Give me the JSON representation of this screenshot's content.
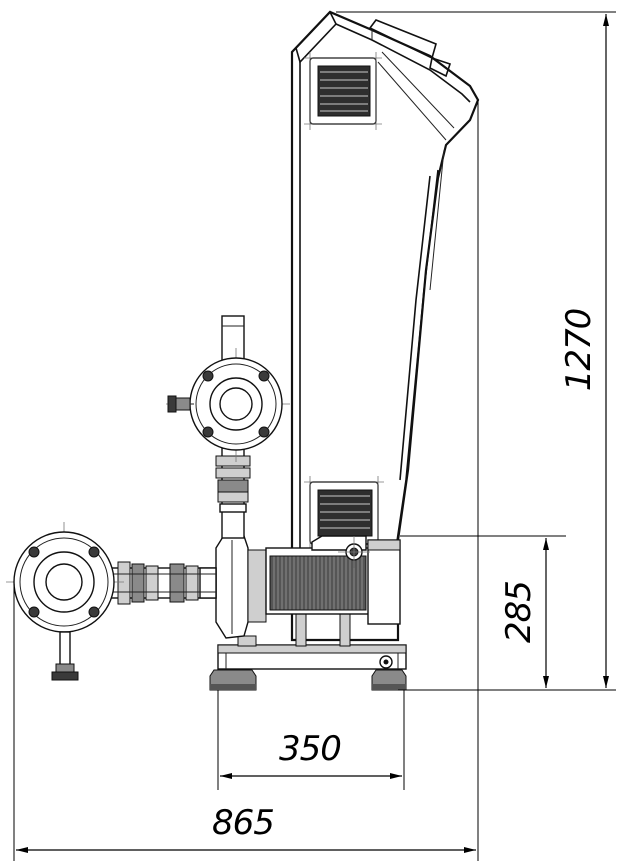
{
  "drawing": {
    "dimensions": {
      "total_height": "1270",
      "base_height": "285",
      "base_width": "350",
      "total_width": "865"
    }
  }
}
